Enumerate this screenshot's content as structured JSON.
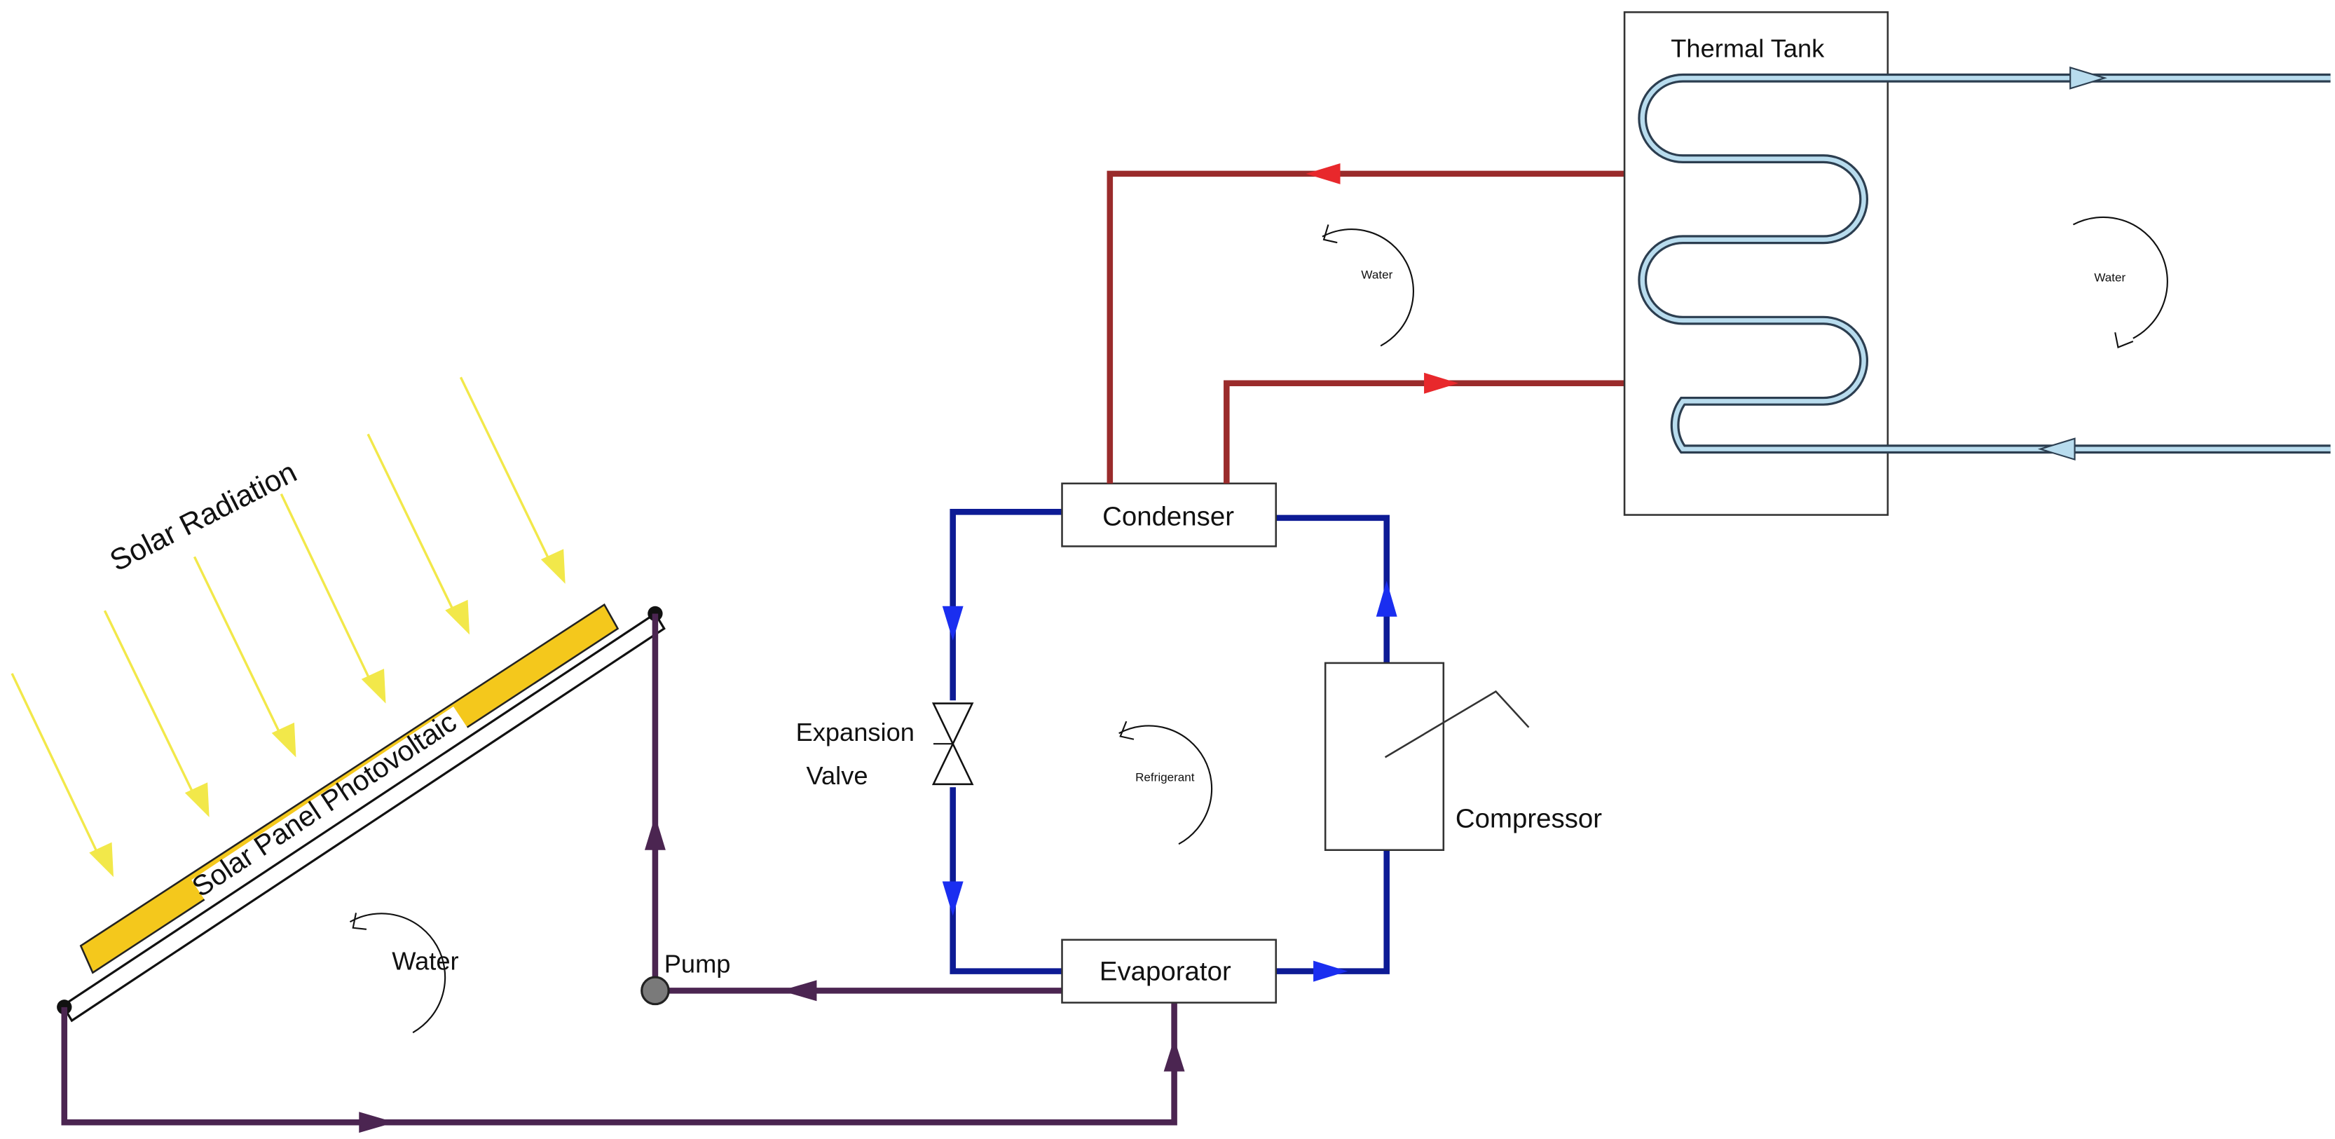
{
  "labels": {
    "solar_radiation": "Solar Radiation",
    "solar_panel": "Solar Panel Photovoltaic",
    "pump": "Pump",
    "condenser": "Condenser",
    "evaporator": "Evaporator",
    "compressor": "Compressor",
    "expansion_valve_line1": "Expansion",
    "expansion_valve_line2": "Valve",
    "thermal_tank": "Thermal Tank",
    "water_panel_loop": "Water",
    "water_condenser_loop": "Water",
    "water_tank": "Water",
    "refrigerant": "Refrigerant"
  },
  "colors": {
    "solar_rays": "#f2e84a",
    "panel_yellow": "#f4c81c",
    "water_loop_purple": "#4b2551",
    "refrigerant_blue": "#0d1b95",
    "refrigerant_arrow": "#1a2ef0",
    "hot_water_red": "#9a2b2b",
    "hot_arrow_red": "#e8282c",
    "cold_pipe_light_blue": "#b8dcee",
    "component_outline": "#333333"
  }
}
